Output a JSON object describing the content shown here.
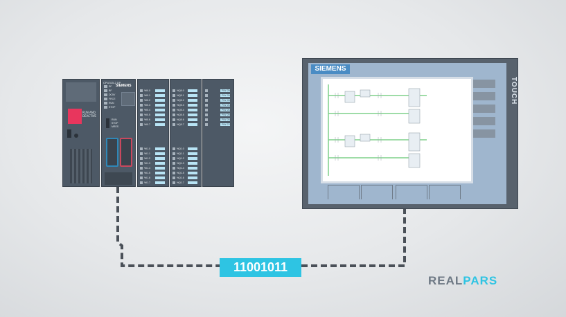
{
  "plc": {
    "psu_label": [
      "RUN AND",
      "DEACTIVE"
    ],
    "cpu_model": "CPU315-2 DP",
    "cpu_brand": "SIEMENS",
    "cpu_leds": [
      "SF",
      "BF",
      "DC5V",
      "FRCE",
      "RUN",
      "STOP"
    ],
    "cpu_mode": [
      "RUN",
      "STOP",
      "MRES"
    ],
    "module1_rows": [
      "%I0.0",
      "%I0.1",
      "%I0.2",
      "%I0.3",
      "%I0.4",
      "%I0.5",
      "%I0.6",
      "%I0.7",
      "%I1.0",
      "%I1.1",
      "%I1.2",
      "%I1.3",
      "%I1.4",
      "%I1.5",
      "%I1.6",
      "%I1.7"
    ],
    "module2_rows": [
      "%Q0.0",
      "%Q0.1",
      "%Q0.2",
      "%Q0.3",
      "%Q0.4",
      "%Q0.5",
      "%Q0.6",
      "%Q0.7",
      "%Q1.0",
      "%Q1.1",
      "%Q1.2",
      "%Q1.3",
      "%Q1.4",
      "%Q1.5",
      "%Q1.6",
      "%Q1.7"
    ],
    "module3_rows": [
      "PIW 256",
      "PIW 258",
      "PIW 260",
      "PIW 262",
      "PIW 264",
      "PIW 266",
      "PIW 268",
      "PIW 270"
    ]
  },
  "comm": {
    "bits": "11001011"
  },
  "hmi": {
    "brand": "SIEMENS",
    "side_label": "TOUCH"
  },
  "logo": {
    "part1": "REAL",
    "part2": "PARS"
  },
  "colors": {
    "accent": "#2ec4e3",
    "plc_body": "#4d5966",
    "hmi_body": "#58626d",
    "cable": "#4a5058"
  }
}
